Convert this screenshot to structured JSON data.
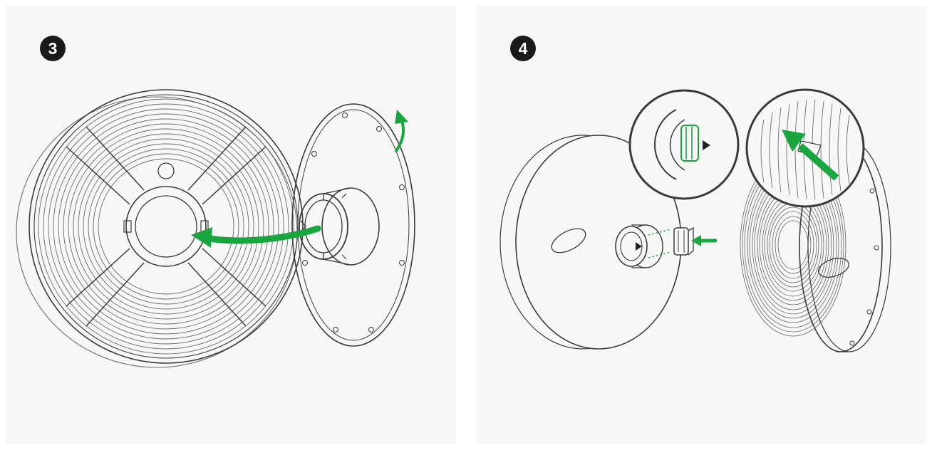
{
  "steps": [
    {
      "number": "3",
      "illustration": "attach-hub-to-open-filament-spool",
      "icons": [
        "insert-arrow-icon",
        "rotate-arrow-icon"
      ]
    },
    {
      "number": "4",
      "illustration": "insert-clip-into-hub-and-assembled-spool",
      "icons": [
        "insert-arrow-icon",
        "pull-arrow-icon",
        "magnifier-inset-circle",
        "magnifier-inset-circle"
      ]
    }
  ],
  "colors": {
    "accent": "#19a63e",
    "line": "#3a3a3a",
    "panel": "#f7f7f8",
    "badge": "#1a1a1a",
    "page": "#ffffff"
  }
}
